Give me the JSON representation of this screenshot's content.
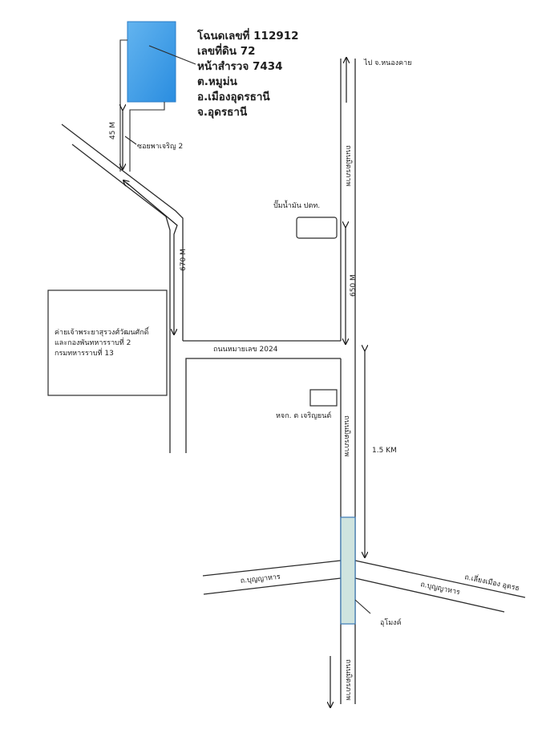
{
  "deed_info": {
    "line1": "โฉนดเลขที่ 112912",
    "line2": "เลขที่ดิน 72",
    "line3": "หน้าสำรวจ 7434",
    "line4": "ต.หมูม่น",
    "line5": "อ.เมืองอุดรธานี",
    "line6": "จ.อุดรธานี"
  },
  "labels": {
    "to_nongkhai": "ไป จ.หนองคาย",
    "road_mittraphap_top": "ถนนมิตรภาพ",
    "road_mittraphap_mid": "ถนนมิตรภาพ",
    "road_mittraphap_bottom": "ถนนมิตรภาพ",
    "soi_phacharoen": "ซอยพาเจริญ 2",
    "dist_45": "45 M",
    "dist_670": "670 M",
    "dist_650": "650 M",
    "dist_1_5km": "1.5 KM",
    "gas_station": "ปั๊มน้ำมัน ปตท.",
    "road_2024": "ถนนหมายเลข 2024",
    "camp_line1": "ค่ายเจ้าพระยาสุรวงศ์วัฒนศักดิ์",
    "camp_line2": "และกองพันทหารราบที่ 2",
    "camp_line3": "กรมทหารราบที่ 13",
    "dealer": "หจก. ต เจริญยนต์",
    "boonyahan_left": "ถ.บุญญาหาร",
    "boonyahan_right": "ถ.บุญญาหาร",
    "liang_mueang": "ถ.เลี่ยงเมือง อุดรธ",
    "tunnel": "อุโมงค์"
  },
  "colors": {
    "plot_fill": "#3d9ee6",
    "tunnel_fill": "#cfe4df",
    "tunnel_stroke": "#3a78b5",
    "line": "#2b2b2b"
  }
}
